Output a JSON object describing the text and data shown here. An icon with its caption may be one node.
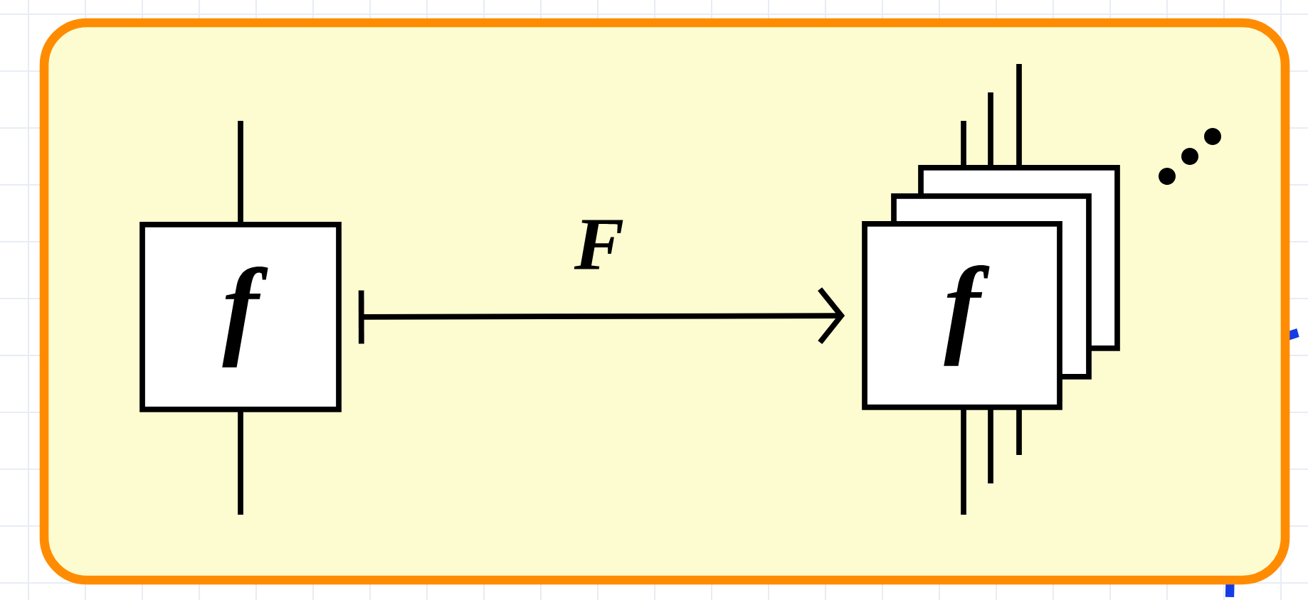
{
  "diagram": {
    "nodes": [
      {
        "text": [],
        "shape": "box"
      },
      {
        "text": [
          "f"
        ],
        "in": 0
      },
      {
        "text": [
          "f"
        ],
        "in": 0
      }
    ],
    "edges": [
      {
        "from": 1,
        "to": 2,
        "arrow": "to",
        "label": "F"
      }
    ]
  }
}
